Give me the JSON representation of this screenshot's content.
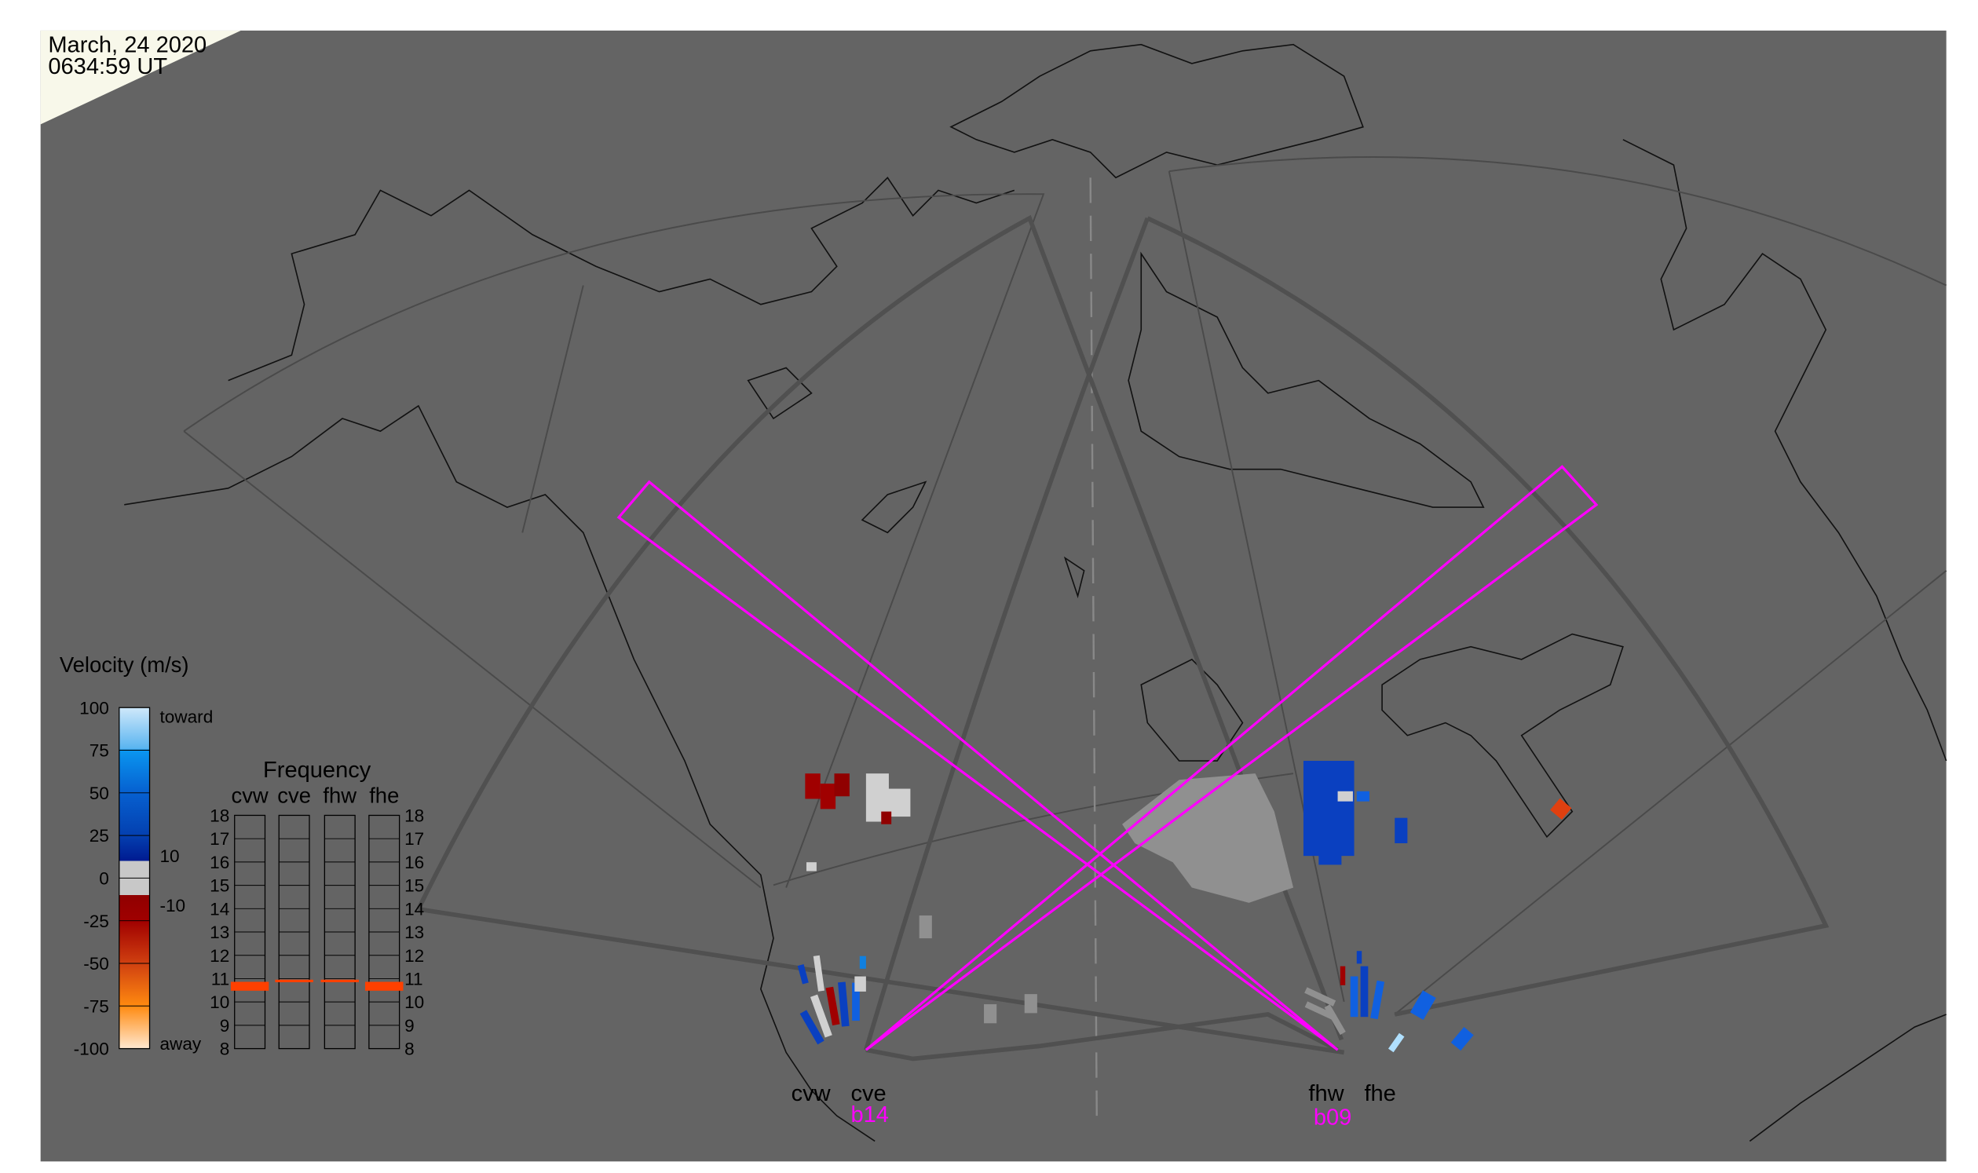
{
  "header": {
    "date": "March, 24 2020",
    "time": "0634:59 UT"
  },
  "legend": {
    "title": "Velocity (m/s)",
    "ticks": [
      "100",
      "75",
      "50",
      "25",
      "0",
      "-25",
      "-50",
      "-75",
      "-100"
    ],
    "toward_label": "toward",
    "away_label": "away",
    "threshold_high": "10",
    "threshold_low": "-10"
  },
  "frequency": {
    "title": "Frequency",
    "radars": [
      "cvw",
      "cve",
      "fhw",
      "fhe"
    ],
    "ticks": [
      "18",
      "17",
      "16",
      "15",
      "14",
      "13",
      "12",
      "11",
      "10",
      "9",
      "8"
    ],
    "values_mhz": [
      10.7,
      10.9,
      10.9,
      10.7
    ]
  },
  "sites": {
    "cv": {
      "west": "cvw",
      "east": "cve",
      "beam": "b14"
    },
    "fh": {
      "west": "fhw",
      "east": "fhe",
      "beam": "b09"
    }
  },
  "colors": {
    "map_bg": "#646464",
    "daylight": "#f8f8ea",
    "beam": "#ff00ff",
    "freq_mark": "#ff4000"
  }
}
